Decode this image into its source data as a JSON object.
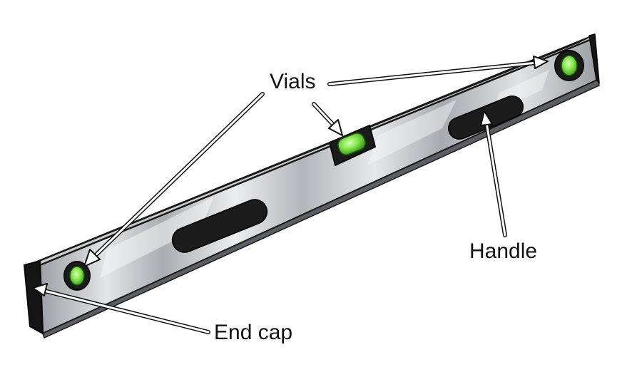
{
  "labels": {
    "vials": "Vials",
    "handle": "Handle",
    "end_cap": "End cap"
  },
  "colors": {
    "body_light": "#e4e6e8",
    "body_mid": "#b7babd",
    "body_dark": "#8e9296",
    "top_face": "#d0d2d4",
    "end_cap": "#141414",
    "vial_green": "#7ee04a",
    "vial_dark": "#2f7a18",
    "handle_slot": "#1c1c1c",
    "outline": "#1a1a1a",
    "arrow_fill": "#ffffff"
  },
  "icons": {
    "vial_end_left": "bubble-vial-icon",
    "vial_center": "bubble-vial-icon",
    "vial_end_right": "bubble-vial-icon"
  }
}
